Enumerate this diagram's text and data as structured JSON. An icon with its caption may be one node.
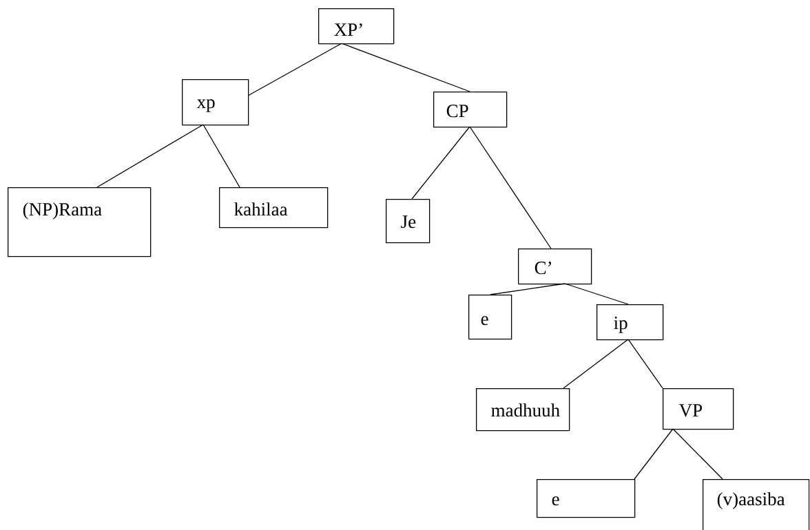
{
  "diagram": {
    "nodes": [
      {
        "text": [
          "XP’"
        ]
      },
      {
        "text": [
          "xp"
        ]
      },
      {
        "text": [
          "CP"
        ]
      },
      {
        "text": [
          "(NP)Rama"
        ]
      },
      {
        "text": [
          "kahilaa"
        ]
      },
      {
        "text": [
          "Je"
        ]
      },
      {
        "text": [
          "C’"
        ]
      },
      {
        "text": [
          "e"
        ]
      },
      {
        "text": [
          "ip"
        ]
      },
      {
        "text": [
          "madhuuh"
        ]
      },
      {
        "text": [
          "VP"
        ]
      },
      {
        "text": [
          "e"
        ]
      },
      {
        "text": [
          "(v)aasiba"
        ]
      }
    ],
    "edges": [
      {
        "from": 0,
        "to": 1,
        "arrow": "none"
      },
      {
        "from": 0,
        "to": 2,
        "arrow": "none"
      },
      {
        "from": 1,
        "to": 3,
        "arrow": "none"
      },
      {
        "from": 1,
        "to": 4,
        "arrow": "none"
      },
      {
        "from": 2,
        "to": 5,
        "arrow": "none"
      },
      {
        "from": 2,
        "to": 6,
        "arrow": "none"
      },
      {
        "from": 6,
        "to": 7,
        "arrow": "none"
      },
      {
        "from": 6,
        "to": 8,
        "arrow": "none"
      },
      {
        "from": 8,
        "to": 9,
        "arrow": "none"
      },
      {
        "from": 8,
        "to": 10,
        "arrow": "none"
      },
      {
        "from": 10,
        "to": 11,
        "arrow": "none"
      },
      {
        "from": 10,
        "to": 12,
        "arrow": "none"
      }
    ]
  }
}
